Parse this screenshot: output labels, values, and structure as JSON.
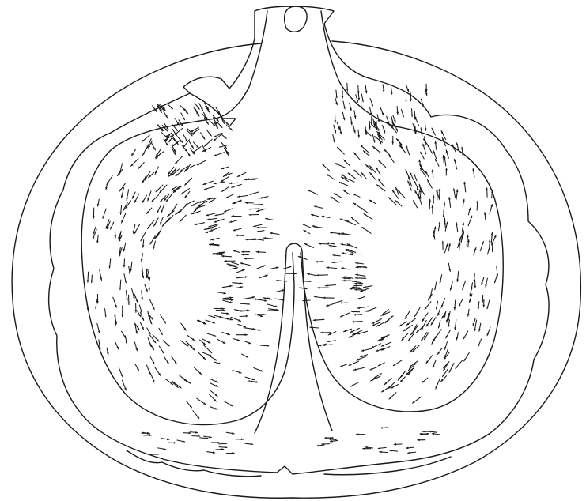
{
  "figure": {
    "caption": "",
    "colors": {
      "background": "#ffffff",
      "ink": "#1a1a1a"
    },
    "style": "line drawing with many small directional arrows",
    "regions": [
      {
        "name": "outer-contour"
      },
      {
        "name": "inner-membrane"
      },
      {
        "name": "top-stem"
      },
      {
        "name": "left-chamber"
      },
      {
        "name": "right-chamber"
      },
      {
        "name": "central-septum"
      }
    ],
    "arrow_flows": [
      {
        "region": "left-chamber-top",
        "direction": "down-right"
      },
      {
        "region": "left-chamber-side",
        "direction": "down"
      },
      {
        "region": "left-chamber-bottom",
        "direction": "right"
      },
      {
        "region": "right-chamber-top",
        "direction": "down"
      },
      {
        "region": "right-chamber-side",
        "direction": "down"
      },
      {
        "region": "right-chamber-bottom",
        "direction": "left"
      },
      {
        "region": "lower-rim",
        "direction": "right"
      }
    ]
  }
}
